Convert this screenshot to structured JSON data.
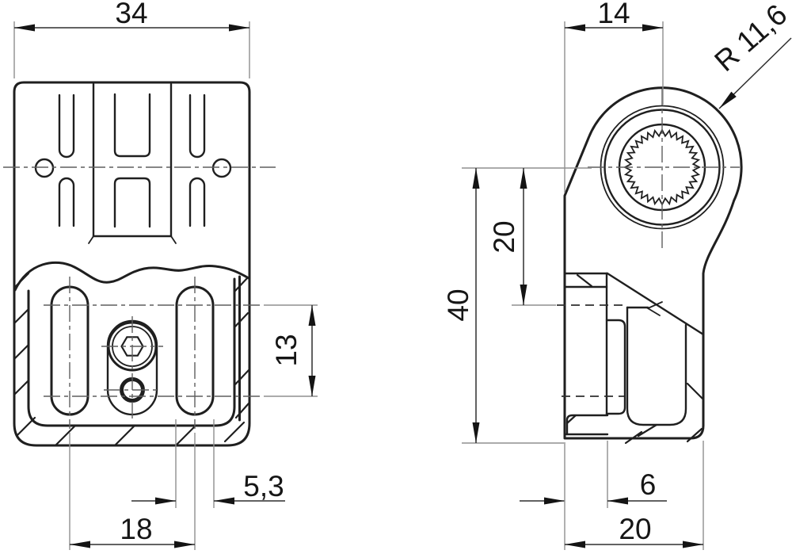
{
  "drawing": {
    "type": "technical-drawing-two-views",
    "background": "#ffffff",
    "line_color": "#1f1f1f",
    "dimensions": {
      "overall_width": "34",
      "head_depth": "14",
      "head_radius": "R 11,6",
      "mount_height": "40",
      "upper_offset": "20",
      "slot_length": "13",
      "slot_width": "5,3",
      "slot_spacing": "18",
      "foot_depth": "6",
      "overall_depth": "20"
    }
  }
}
